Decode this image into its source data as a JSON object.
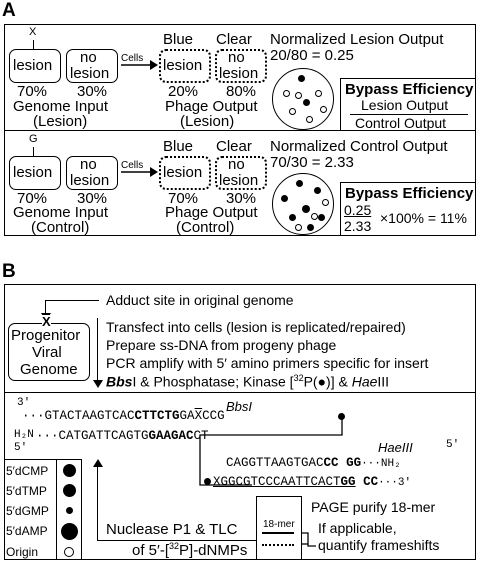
{
  "panelA": {
    "letter": "A",
    "top": {
      "lesion_mark": "X",
      "box_lesion": "lesion",
      "box_nolesion": [
        "no",
        "lesion"
      ],
      "pct_lesion": "70%",
      "pct_nolesion": "30%",
      "genome_input": "Genome Input",
      "genome_input_sub": "(Lesion)",
      "cells": "Cells",
      "blue": "Blue",
      "clear": "Clear",
      "pct_blue": "20%",
      "pct_clear": "80%",
      "phage_output": "Phage Output",
      "phage_output_sub": "(Lesion)",
      "norm_title": "Normalized Lesion Output",
      "norm_value": "20/80 = 0.25",
      "be_title": "Bypass Efficiency",
      "be_num": "Lesion Output",
      "be_den": "Control Output"
    },
    "bottom": {
      "lesion_mark": "G",
      "box_lesion": "lesion",
      "box_nolesion": [
        "no",
        "lesion"
      ],
      "pct_lesion": "70%",
      "pct_nolesion": "30%",
      "genome_input": "Genome Input",
      "genome_input_sub": "(Control)",
      "cells": "Cells",
      "blue": "Blue",
      "clear": "Clear",
      "pct_blue": "70%",
      "pct_clear": "30%",
      "phage_output": "Phage Output",
      "phage_output_sub": "(Control)",
      "norm_title": "Normalized Control Output",
      "norm_value": "70/30 = 2.33",
      "be_title": "Bypass Efficiency",
      "be_num": "0.25",
      "be_den": "2.33",
      "be_rest": "×100% = 11%"
    }
  },
  "panelB": {
    "letter": "B",
    "adduct": "Adduct site in original genome",
    "progenitor": [
      "Progenitor",
      "Viral",
      "Genome"
    ],
    "x_mark": "X",
    "steps": [
      "Transfect into cells (lesion is replicated/repaired)",
      "Prepare ss-DNA from progeny phage",
      "PCR amplify with 5′ amino primers specific for insert"
    ],
    "step4": {
      "bbs": "Bbs",
      "rest1": "I & Phosphatase; Kinase [",
      "sup": "32",
      "rest2": "P(●)] & ",
      "hae": "Hae",
      "rest3": "III"
    },
    "seq": {
      "top_prime": "3′",
      "top_a": "···GTACTAAGTCAC",
      "top_b": "CTTCTG",
      "top_c": "GA",
      "top_d": "X",
      "top_e": "CCG",
      "bbs_label": "BbsI",
      "nh2_left": "H₂N",
      "five_left": "5′",
      "bot_a": "···CATGATTCAGTG",
      "bot_b": "GAAGAC",
      "bot_c": "CT",
      "hae_label": "HaeIII",
      "five_right": "5′",
      "r1_a": "CAGGTTAAGTGAC",
      "r1_b": "CC",
      "r1_c": "GG",
      "r1_d": "···NH₂",
      "r2_a": "XGGCGTCCCAATTCACT",
      "r2_b": "GG",
      "r2_c": "CC",
      "r2_d": "···3′"
    },
    "page_purify": "PAGE purify 18-mer",
    "gel_label": "18-mer",
    "frameshift": [
      "If applicable,",
      "quantify frameshifts"
    ],
    "nuclease": [
      "Nuclease P1 & TLC",
      "of 5′-[",
      "32",
      "P]-dNMPs"
    ],
    "tlc_labels": [
      "5′dCMP",
      "5′dTMP",
      "5′dGMP",
      "5′dAMP",
      "Origin"
    ]
  }
}
